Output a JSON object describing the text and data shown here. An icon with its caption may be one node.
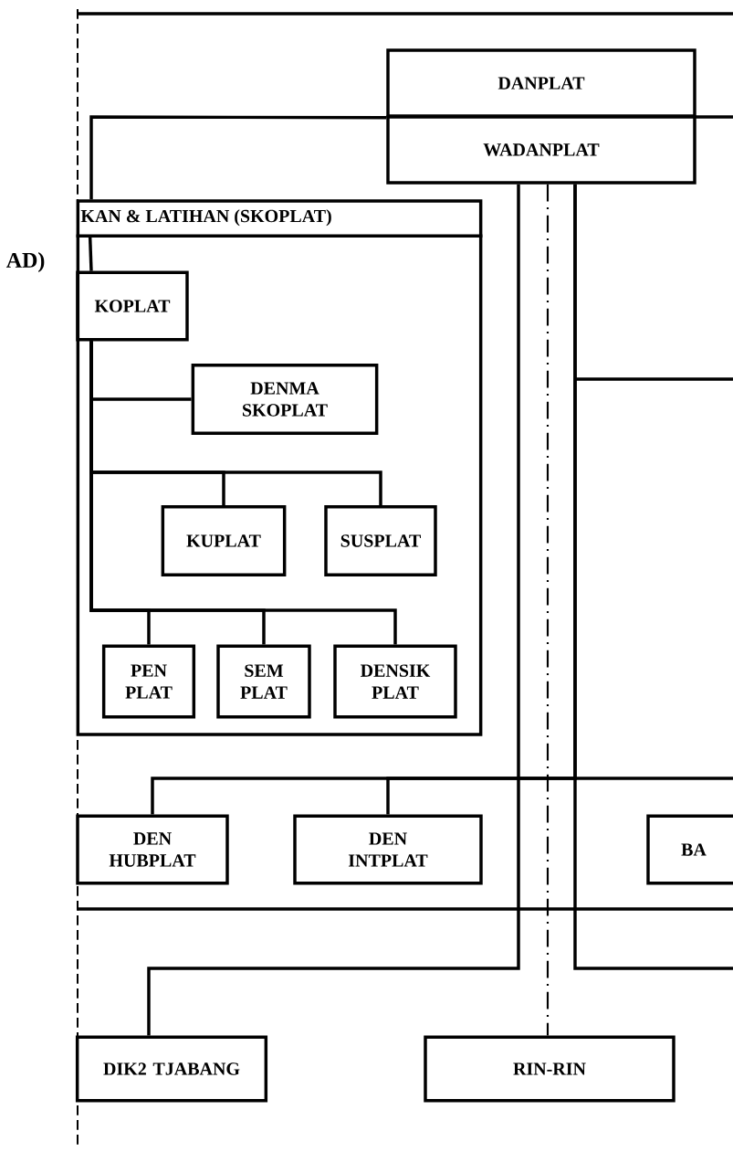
{
  "diagram": {
    "nodes": [
      {
        "text": [
          "DANPLAT"
        ]
      },
      {
        "text": [
          "WADANPLAT"
        ]
      },
      {
        "text": [
          "KAN & LATIHAN (SKOPLAT)"
        ]
      },
      {
        "text": [
          "KOPLAT"
        ],
        "in": 2
      },
      {
        "text": [
          "DENMA SKOPLAT"
        ],
        "in": 2
      },
      {
        "text": [
          "KUPLAT"
        ],
        "in": 2
      },
      {
        "text": [
          "SUSPLAT"
        ],
        "in": 2
      },
      {
        "text": [
          "PEN PLAT"
        ],
        "in": 2
      },
      {
        "text": [
          "SEM PLAT"
        ],
        "in": 2
      },
      {
        "text": [
          "DENSIK PLAT"
        ],
        "in": 2
      },
      {
        "text": [
          "DEN HUBPLAT"
        ]
      },
      {
        "text": [
          "DEN INTPLAT"
        ]
      },
      {
        "text": [
          "BA"
        ]
      },
      {
        "text": [
          "DIK2 TJABANG"
        ]
      },
      {
        "text": [
          "RIN-RIN"
        ]
      }
    ],
    "edges": [
      {
        "from": 0,
        "to": 2,
        "arrow": "none"
      },
      {
        "from": 2,
        "to": 3,
        "arrow": "none"
      },
      {
        "from": 3,
        "to": 4,
        "arrow": "none"
      },
      {
        "from": 3,
        "to": 5,
        "arrow": "none"
      },
      {
        "from": 3,
        "to": 6,
        "arrow": "none"
      },
      {
        "from": 3,
        "to": 7,
        "arrow": "none"
      },
      {
        "from": 3,
        "to": 8,
        "arrow": "none"
      },
      {
        "from": 3,
        "to": 9,
        "arrow": "none"
      },
      {
        "from": 1,
        "to": 10,
        "arrow": "none"
      },
      {
        "from": 1,
        "to": 11,
        "arrow": "none"
      },
      {
        "from": 1,
        "to": 13,
        "arrow": "none"
      },
      {
        "from": 1,
        "to": 14,
        "arrow": "none",
        "style": "dashed"
      }
    ],
    "labels": [
      "AD)"
    ]
  }
}
